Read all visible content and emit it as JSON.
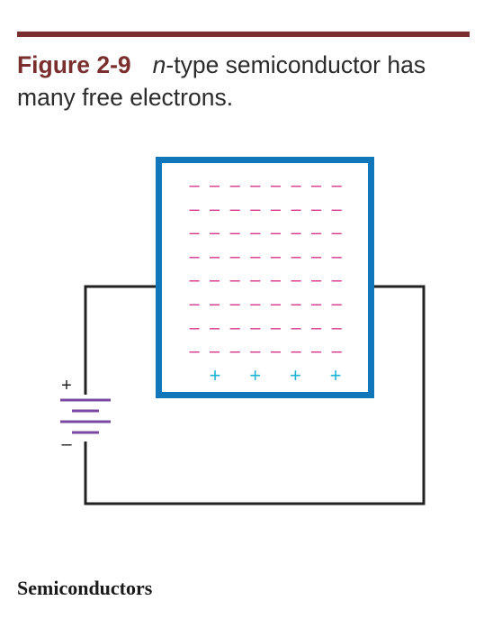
{
  "colors": {
    "rule": "#7a2e2e",
    "figure_label": "#7a2e2e",
    "caption_text": "#2b2b2b",
    "block_border": "#1177bb",
    "minus": "#d6338a",
    "plus": "#1fb3d8",
    "wire": "#222222",
    "battery": "#7a48a0"
  },
  "caption": {
    "figure_label": "Figure 2-9",
    "italic_word": "n",
    "text_rest": "-type semiconductor has many free electrons."
  },
  "diagram": {
    "minus_symbol": "–",
    "plus_symbol": "+",
    "minus_rows": 8,
    "minus_per_row": 8,
    "plus_count": 4,
    "battery_plus_label": "+",
    "battery_minus_label": "–"
  },
  "footer": {
    "text": "Semiconductors"
  }
}
